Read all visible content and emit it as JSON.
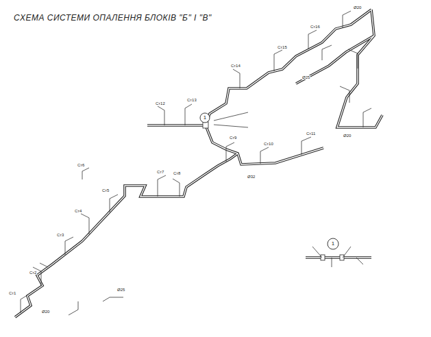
{
  "diagram": {
    "title": "СХЕМА СИСТЕМИ ОПАЛЕННЯ БЛОКІВ \"Б\" І \"В\"",
    "labels": [
      "1",
      "1",
      "Ст1",
      "Ст2",
      "Ст3",
      "Ст4",
      "Ст5",
      "Ст6",
      "Ст7",
      "Ст8",
      "Ст9",
      "Ст10",
      "Ст11",
      "Ст12",
      "Ст13",
      "Ст14",
      "Ст15",
      "Ст16",
      "Ø20",
      "Ø25",
      "Ø32",
      "Ø20",
      "Ø25",
      "Ø20"
    ]
  }
}
